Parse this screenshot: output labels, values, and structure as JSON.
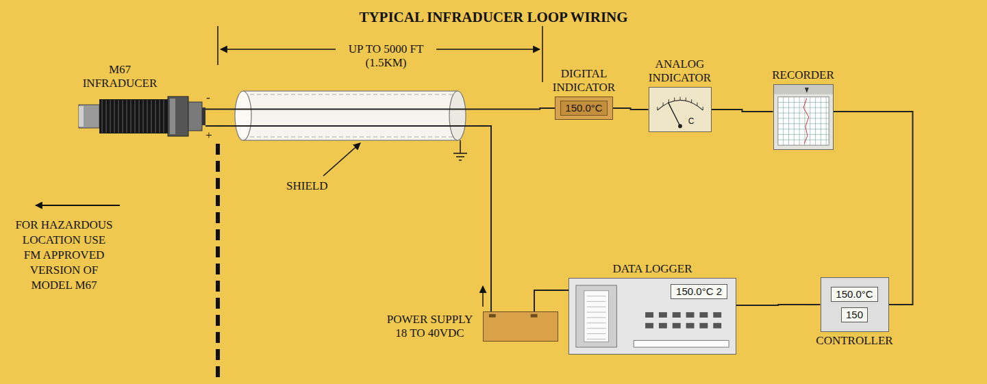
{
  "diagram": {
    "title": "TYPICAL INFRADUCER LOOP WIRING",
    "nodes": [
      {
        "text": [
          "M67 INFRADUCER"
        ]
      },
      {
        "text": [
          "DIGITAL INDICATOR",
          "150.0°C"
        ]
      },
      {
        "text": [
          "ANALOG INDICATOR",
          "C"
        ]
      },
      {
        "text": [
          "RECORDER"
        ]
      },
      {
        "text": [
          "150.0°C",
          "150",
          "CONTROLLER"
        ]
      },
      {
        "text": [
          "DATA LOGGER",
          "150.0°C 2"
        ]
      },
      {
        "text": [
          "POWER SUPPLY 18 TO 40VDC"
        ]
      }
    ],
    "edges": [
      {
        "from": 0,
        "to": 1,
        "arrow": "none"
      },
      {
        "from": 1,
        "to": 2,
        "arrow": "none"
      },
      {
        "from": 2,
        "to": 3,
        "arrow": "none"
      },
      {
        "from": 3,
        "to": 4,
        "arrow": "none"
      },
      {
        "from": 4,
        "to": 5,
        "arrow": "none"
      },
      {
        "from": 5,
        "to": 6,
        "arrow": "none"
      },
      {
        "from": 6,
        "to": 0,
        "arrow": "none"
      }
    ],
    "labels": [
      "UP TO 5000 FT (1.5KM)",
      "-",
      "+",
      "SHIELD",
      "FOR HAZARDOUS LOCATION USE FM APPROVED VERSION OF MODEL M67"
    ]
  }
}
